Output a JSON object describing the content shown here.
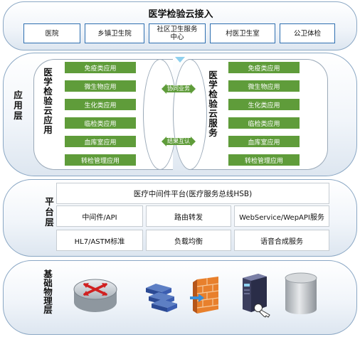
{
  "access_tier": {
    "title": "医学检验云接入",
    "items": [
      "医院",
      "乡镇卫生院",
      "社区卫生服务中心",
      "村医卫生室",
      "公卫体检"
    ]
  },
  "application_tier": {
    "label": "应用层",
    "left_title": "医学检验云应用",
    "right_title": "医学检验云服务",
    "left_items": [
      "免疫类应用",
      "微生物应用",
      "生化类应用",
      "临检类应用",
      "血库室应用",
      "转检管理应用"
    ],
    "right_items": [
      "免疫类应用",
      "微生物应用",
      "生化类应用",
      "临检类应用",
      "血库室应用",
      "转检管理应用"
    ],
    "connectors": [
      "协同业务",
      "结果互认"
    ]
  },
  "platform_tier": {
    "label": "平台层",
    "hsb_title": "医疗中间件平台(医疗服务总线HSB)",
    "cells": [
      "中间件/API",
      "路由转发",
      "WebService/WepAPI服务",
      "HL7/ASTM标准",
      "负载均衡",
      "语音合成服务"
    ]
  },
  "infrastructure_tier": {
    "label": "基础物理层",
    "icons": [
      "router-icon",
      "switch-icon",
      "firewall-icon",
      "server-icon",
      "database-icon"
    ]
  },
  "colors": {
    "accent_green": "#5f9c3a",
    "access_border": "#2e6fb0",
    "tier_border": "#8aa7c4"
  }
}
